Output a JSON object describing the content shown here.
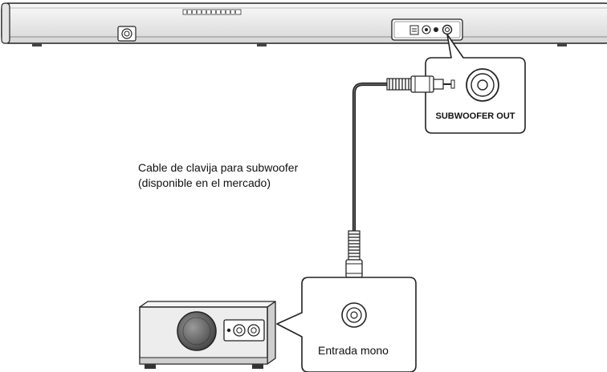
{
  "labels": {
    "subwoofer_out": "SUBWOOFER OUT",
    "cable_line1": "Cable de clavija para subwoofer",
    "cable_line2": "(disponible en el mercado)",
    "mono_input": "Entrada mono"
  },
  "colors": {
    "outline": "#222222",
    "body_fill": "#f2f2f2",
    "shade": "#d9d9d9",
    "dark": "#555555",
    "cable": "#222222"
  }
}
